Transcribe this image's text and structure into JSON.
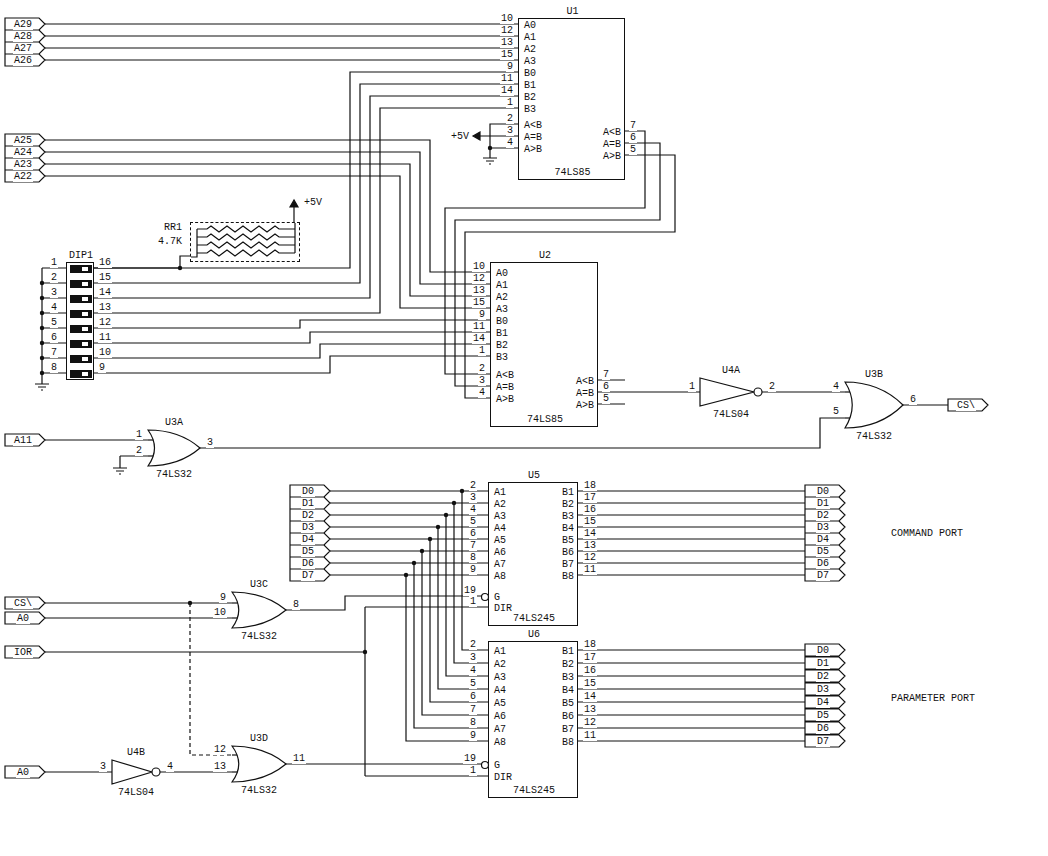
{
  "diagram": {
    "nodes": [
      {
        "text": [
          "U1",
          "A0",
          "A1",
          "A2",
          "A3",
          "B0",
          "B1",
          "B2",
          "B3",
          "A<B",
          "A=B",
          "A>B",
          "A<B",
          "A=B",
          "A>B",
          "74LS85"
        ]
      },
      {
        "text": [
          "RR1",
          "4.7K"
        ]
      },
      {
        "text": [
          "DIP1"
        ]
      },
      {
        "text": [
          "U2",
          "A0",
          "A1",
          "A2",
          "A3",
          "B0",
          "B1",
          "B2",
          "B3",
          "A<B",
          "A=B",
          "A>B",
          "A<B",
          "A=B",
          "A>B",
          "74LS85"
        ]
      },
      {
        "text": [
          "U3A",
          "74LS32"
        ]
      },
      {
        "text": [
          "U4A",
          "74LS04"
        ]
      },
      {
        "text": [
          "U3B",
          "74LS32"
        ]
      },
      {
        "text": [
          "U5",
          "A1",
          "A2",
          "A3",
          "A4",
          "A5",
          "A6",
          "A7",
          "A8",
          "G",
          "DIR",
          "B1",
          "B2",
          "B3",
          "B4",
          "B5",
          "B6",
          "B7",
          "B8",
          "74LS245"
        ]
      },
      {
        "text": [
          "U3C",
          "74LS32"
        ]
      },
      {
        "text": [
          "U6",
          "A1",
          "A2",
          "A3",
          "A4",
          "A5",
          "A6",
          "A7",
          "A8",
          "G",
          "DIR",
          "B1",
          "B2",
          "B3",
          "B4",
          "B5",
          "B6",
          "B7",
          "B8",
          "74LS245"
        ]
      },
      {
        "text": [
          "U4B",
          "74LS04"
        ]
      },
      {
        "text": [
          "U3D",
          "74LS32"
        ]
      }
    ],
    "edges": [
      {
        "from": 0,
        "to": 3,
        "arrow": "none"
      },
      {
        "from": 2,
        "to": 0,
        "arrow": "none"
      },
      {
        "from": 2,
        "to": 3,
        "arrow": "none"
      },
      {
        "from": 1,
        "to": 2,
        "arrow": "none"
      },
      {
        "from": 3,
        "to": 5,
        "arrow": "none"
      },
      {
        "from": 5,
        "to": 6,
        "arrow": "none"
      },
      {
        "from": 4,
        "to": 6,
        "arrow": "none"
      },
      {
        "from": 8,
        "to": 7,
        "arrow": "none"
      },
      {
        "from": 10,
        "to": 11,
        "arrow": "none"
      },
      {
        "from": 11,
        "to": 9,
        "arrow": "none"
      }
    ],
    "labels": [
      "A29",
      "A28",
      "A27",
      "A26",
      "A25",
      "A24",
      "A23",
      "A22",
      "A11",
      "CS\\",
      "D0",
      "D1",
      "D2",
      "D3",
      "D4",
      "D5",
      "D6",
      "D7",
      "D0",
      "D1",
      "D2",
      "D3",
      "D4",
      "D5",
      "D6",
      "D7",
      "D0",
      "D1",
      "D2",
      "D3",
      "D4",
      "D5",
      "D6",
      "D7",
      "CS\\",
      "A0",
      "IOR",
      "A0",
      "+5V",
      "+5V",
      "COMMAND PORT",
      "PARAMETER PORT",
      "10",
      "12",
      "13",
      "15",
      "9",
      "11",
      "14",
      "1",
      "2",
      "3",
      "4",
      "7",
      "6",
      "5",
      "10",
      "12",
      "13",
      "15",
      "9",
      "11",
      "14",
      "1",
      "2",
      "3",
      "4",
      "7",
      "6",
      "5",
      "1",
      "2",
      "3",
      "4",
      "5",
      "6",
      "7",
      "8",
      "16",
      "15",
      "14",
      "13",
      "12",
      "11",
      "10",
      "9",
      "1",
      "2",
      "3",
      "1",
      "2",
      "4",
      "5",
      "6",
      "2",
      "3",
      "4",
      "5",
      "6",
      "7",
      "8",
      "9",
      "19",
      "1",
      "18",
      "17",
      "16",
      "15",
      "14",
      "13",
      "12",
      "11",
      "9",
      "10",
      "8",
      "2",
      "3",
      "4",
      "5",
      "6",
      "7",
      "8",
      "9",
      "19",
      "1",
      "18",
      "17",
      "16",
      "15",
      "14",
      "13",
      "12",
      "11",
      "3",
      "4",
      "12",
      "13",
      "11"
    ]
  }
}
